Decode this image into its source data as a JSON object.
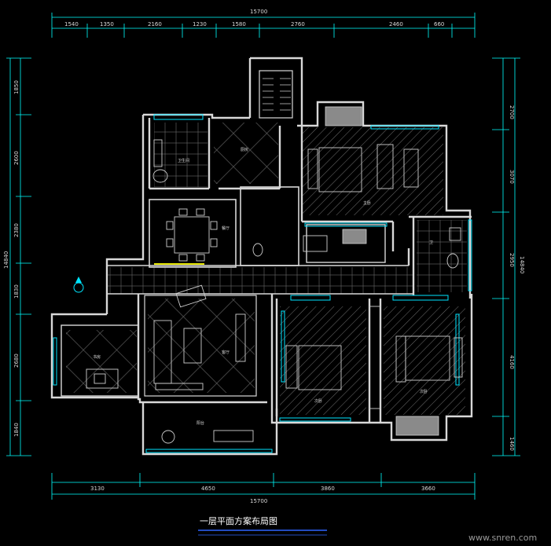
{
  "drawing_title": "一层平面方案布局图",
  "watermark": "www.snren.com",
  "colors": {
    "background": "#000000",
    "wall": "#d8d8d8",
    "dimension": "#00ffff",
    "dimension_text": "#d9d9d9",
    "window": "#00e5ff",
    "hatch": "#7a7a7a",
    "accent_yellow": "#e5e500",
    "title_underline": "#2e64ff"
  },
  "dimensions": {
    "top_total": "15700",
    "top_segments": [
      "1540",
      "1350",
      "2160",
      "1230",
      "1580",
      "2760",
      "2460",
      "660"
    ],
    "bottom_total": "15700",
    "bottom_segments": [
      "3130",
      "4650",
      "3860",
      "3660"
    ],
    "left_total": "14840",
    "left_segments": [
      "1850",
      "2600",
      "2380",
      "1830",
      "2680",
      "1840"
    ],
    "right_total": "14840",
    "right_segments": [
      "2700",
      "3070",
      "2950",
      "4160",
      "1460"
    ]
  },
  "rooms": {
    "bathroom_upper": "卫生间",
    "kitchen": "厨房",
    "dining": "餐厅",
    "master_bedroom": "主卧",
    "bathroom_right": "卫",
    "living": "客厅",
    "study": "书房",
    "bedroom_left": "次卧",
    "bedroom_right": "次卧",
    "balcony": "阳台"
  }
}
